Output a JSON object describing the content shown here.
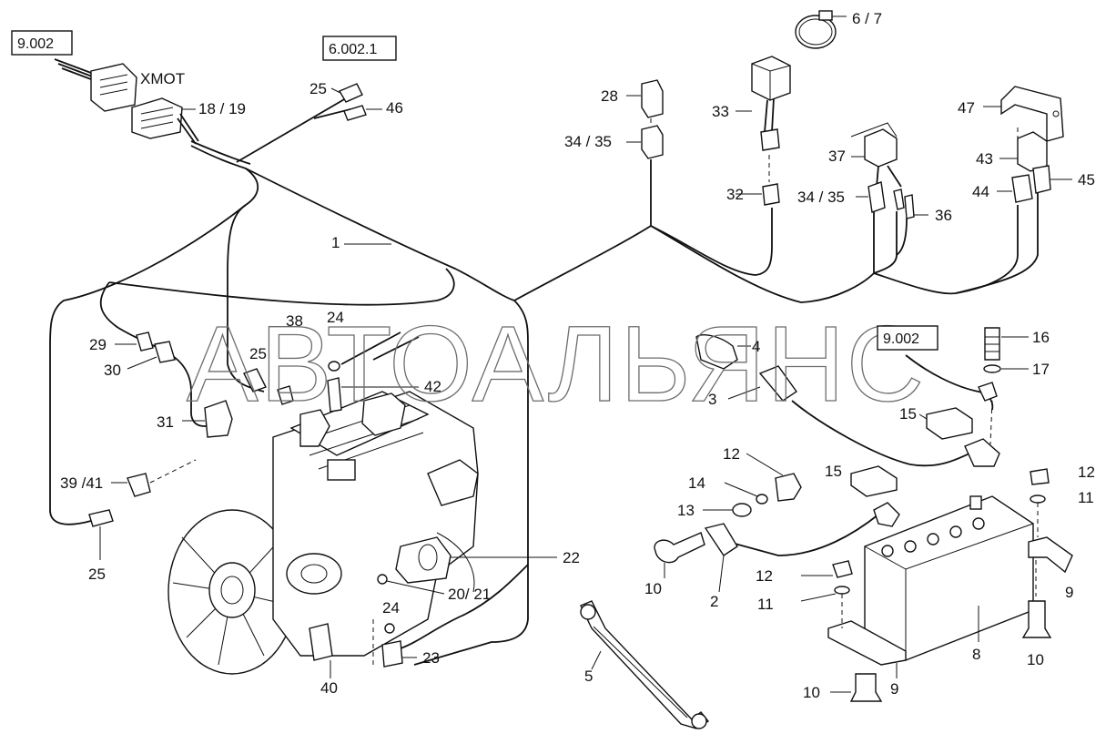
{
  "watermark": "АВТОАЛЬЯНС",
  "refs": {
    "r1": "9.002",
    "r2": "6.002.1",
    "r3": "9.002"
  },
  "xmot": "XMOT",
  "callouts": {
    "c1": "1",
    "c2": "2",
    "c3": "3",
    "c4": "4",
    "c5": "5",
    "c6_7": "6 / 7",
    "c8": "8",
    "c9a": "9",
    "c9b": "9",
    "c10a": "10",
    "c10b": "10",
    "c10c": "10",
    "c11a": "11",
    "c11b": "11",
    "c12a": "12",
    "c12b": "12",
    "c12c": "12",
    "c13": "13",
    "c14": "14",
    "c15a": "15",
    "c15b": "15",
    "c16": "16",
    "c17": "17",
    "c18_19": "18 / 19",
    "c20_21": "20/ 21",
    "c22": "22",
    "c23": "23",
    "c24a": "24",
    "c24b": "24",
    "c25a": "25",
    "c25b": "25",
    "c25c": "25",
    "c28": "28",
    "c29": "29",
    "c30": "30",
    "c31": "31",
    "c32": "32",
    "c33": "33",
    "c34_35a": "34 / 35",
    "c34_35b": "34 / 35",
    "c36": "36",
    "c37": "37",
    "c38": "38",
    "c39_41": "39 /41",
    "c40": "40",
    "c42": "42",
    "c43": "43",
    "c44": "44",
    "c45": "45",
    "c46": "46",
    "c47": "47"
  },
  "colors": {
    "ink": "#111111",
    "watermark": "#6d6d6d",
    "background": "#ffffff"
  }
}
